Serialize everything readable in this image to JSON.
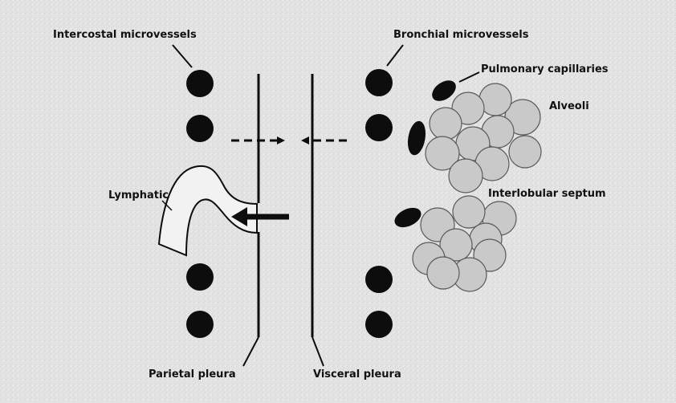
{
  "labels": {
    "intercostal": "Intercostal microvessels",
    "bronchial": "Bronchial microvessels",
    "pulmonary": "Pulmonary capillaries",
    "alveoli": "Alveoli",
    "lymphatic": "Lymphatic",
    "septum": "Interlobular septum",
    "parietal": "Parietal pleura",
    "visceral": "Visceral pleura"
  },
  "colors": {
    "background": "#e2e2e2",
    "ink": "#0d0d0d",
    "alveolus_fill": "#c9c9c9",
    "alveolus_stroke": "#5a5a5a",
    "lymphatic_fill": "#f2f2f2"
  },
  "icons": {
    "vessel": "black-filled-circle",
    "capillary": "black-ellipse-outlined",
    "alveolus": "gray-circle",
    "flow_arrow": "arrow"
  }
}
